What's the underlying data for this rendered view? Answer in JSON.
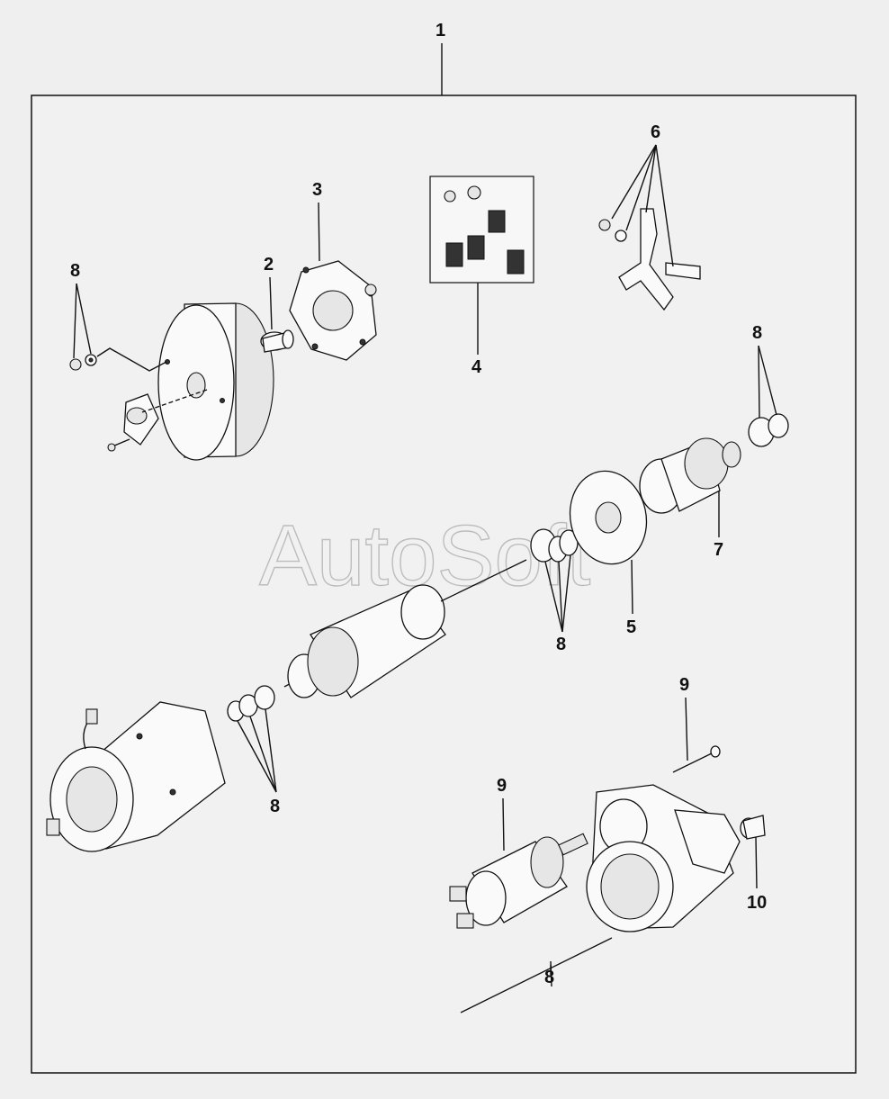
{
  "watermark": "AutoSoft",
  "callouts": {
    "c1": "1",
    "c2": "2",
    "c3": "3",
    "c4": "4",
    "c5": "5",
    "c6": "6",
    "c7": "7",
    "c8a": "8",
    "c8b": "8",
    "c8c": "8",
    "c8d": "8",
    "c8e": "8",
    "c9a": "9",
    "c9b": "9",
    "c10": "10"
  }
}
